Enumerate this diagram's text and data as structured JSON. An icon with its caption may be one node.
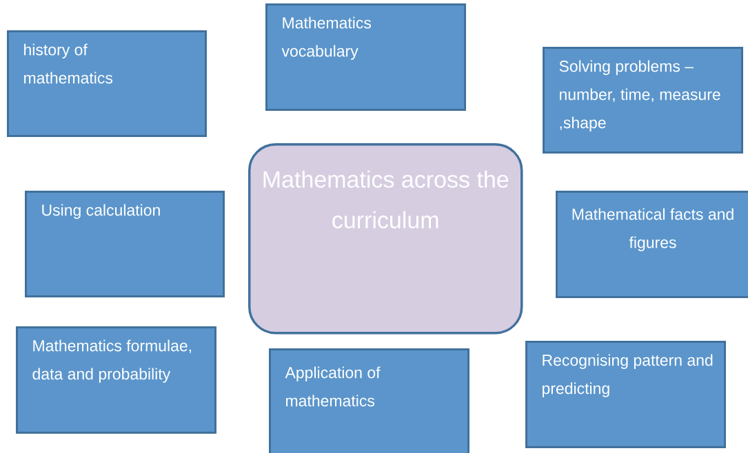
{
  "diagram": {
    "nodes": [
      {
        "text": [
          "history of mathematics"
        ]
      },
      {
        "text": [
          "Mathematics vocabulary"
        ]
      },
      {
        "text": [
          "Solving problems – number, time, measure ,shape"
        ]
      },
      {
        "text": [
          "Using calculation"
        ]
      },
      {
        "text": [
          "Mathematics across the curriculum"
        ]
      },
      {
        "text": [
          "Mathematical facts and figures"
        ]
      },
      {
        "text": [
          "Mathematics formulae, data and probability"
        ]
      },
      {
        "text": [
          "Application of mathematics"
        ]
      },
      {
        "text": [
          "Recognising pattern and predicting"
        ]
      }
    ]
  }
}
